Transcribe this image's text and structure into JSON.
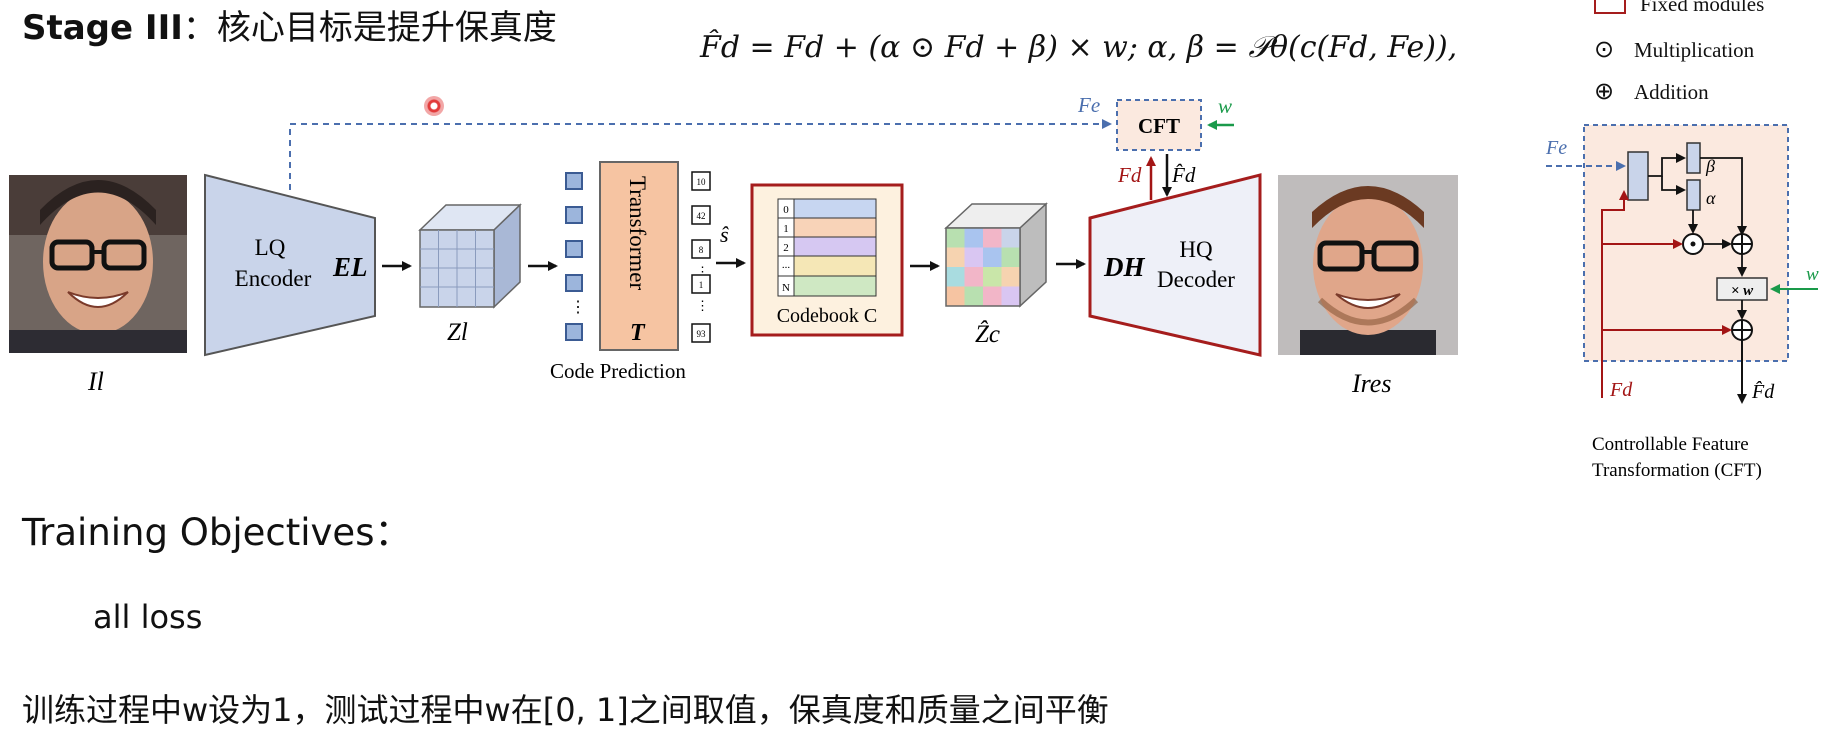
{
  "slide": {
    "title_bold": "Stage III",
    "title_rest": "：核心目标是提升保真度",
    "formula": "F̂d = Fd + (α ⊙ Fd + β) × w;    α, β = 𝒫θ(c(Fd, Fe)),",
    "legend": {
      "fixed_modules": "Fixed modules",
      "multiplication": "Multiplication",
      "addition": "Addition"
    },
    "section_heading": "Training Objectives：",
    "loss_text": "all loss",
    "note": "训练过程中w设为1，测试过程中w在[0, 1]之间取值，保真度和质量之间平衡"
  },
  "diagram": {
    "lq_input_label": "Il",
    "encoder_label_line1": "LQ",
    "encoder_label_line2": "Encoder",
    "encoder_symbol": "EL",
    "latent_label": "Zl",
    "transformer_label": "Transformer",
    "transformer_symbol": "T",
    "code_prediction_label": "Code Prediction",
    "token_values": [
      "10",
      "42",
      "8",
      "⋮",
      "1",
      "⋮",
      "93"
    ],
    "s_hat_label": "ŝ",
    "codebook_rows": [
      "0",
      "1",
      "2",
      "...",
      "N"
    ],
    "codebook_label": "Codebook C",
    "zc_label": "Ẑc",
    "decoder_symbol": "DH",
    "decoder_label_line1": "HQ",
    "decoder_label_line2": "Decoder",
    "output_label": "Ires",
    "cft_label": "CFT",
    "fe_label": "Fe",
    "w_label": "w",
    "fd_label": "Fd",
    "fd_hat_label": "F̂d",
    "cft_detail": {
      "fe_label": "Fe",
      "beta_label": "β",
      "alpha_label": "α",
      "times_w_label": "× w",
      "w_label": "w",
      "fd_label": "Fd",
      "fd_hat_label": "F̂d",
      "caption_line1": "Controllable Feature",
      "caption_line2": "Transformation (CFT)"
    }
  },
  "colors": {
    "encoder_fill": "#c9d4ea",
    "transformer_fill": "#f6c4a2",
    "codebook_border": "#a51d1d",
    "codebook_bg": "#fdf1df",
    "cft_bg": "#fbe9df",
    "dashed_blue": "#4b6fae",
    "red_arrow": "#a31515",
    "green_arrow": "#1a9a4a"
  }
}
